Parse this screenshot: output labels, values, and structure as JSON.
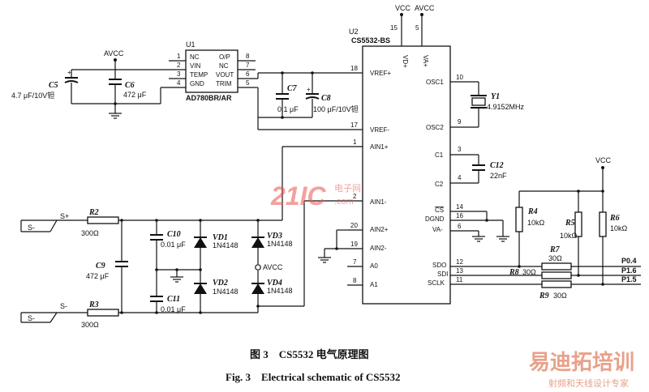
{
  "caption": {
    "cn": "图 3　CS5532 电气原理图",
    "en": "Fig. 3　Electrical schematic of CS5532"
  },
  "watermarks": {
    "center_logo": "21IC",
    "center_logo_sub1": "电子网",
    "center_logo_sub2": ".com",
    "corner_title": "易迪拓培训",
    "corner_sub": "射频和天线设计专家"
  },
  "u1": {
    "ref": "U1",
    "part": "AD780BR/AR",
    "pins_left": [
      {
        "num": "1",
        "name": "NC"
      },
      {
        "num": "2",
        "name": "VIN"
      },
      {
        "num": "3",
        "name": "TEMP"
      },
      {
        "num": "4",
        "name": "GND"
      }
    ],
    "pins_right": [
      {
        "num": "8",
        "name": "O/P"
      },
      {
        "num": "7",
        "name": "NC"
      },
      {
        "num": "6",
        "name": "VOUT"
      },
      {
        "num": "5",
        "name": "TRIM"
      }
    ]
  },
  "u2": {
    "ref": "U2",
    "part": "CS5532-BS",
    "top_pins": [
      {
        "num": "15",
        "name": "VD+"
      },
      {
        "num": "5",
        "name": "VA+"
      }
    ],
    "pins_left": [
      {
        "num": "18",
        "name": "VREF+"
      },
      {
        "num": "17",
        "name": "VREF-"
      },
      {
        "num": "1",
        "name": "AIN1+"
      },
      {
        "num": "2",
        "name": "AIN1-"
      },
      {
        "num": "20",
        "name": "AIN2+"
      },
      {
        "num": "19",
        "name": "AIN2-"
      },
      {
        "num": "7",
        "name": "A0"
      },
      {
        "num": "8",
        "name": "A1"
      }
    ],
    "pins_right": [
      {
        "num": "10",
        "name": "OSC1"
      },
      {
        "num": "9",
        "name": "OSC2"
      },
      {
        "num": "3",
        "name": "C1"
      },
      {
        "num": "4",
        "name": "C2"
      },
      {
        "num": "14",
        "name": "CS"
      },
      {
        "num": "16",
        "name": "DGND"
      },
      {
        "num": "6",
        "name": "VA-"
      },
      {
        "num": "12",
        "name": "SDO"
      },
      {
        "num": "13",
        "name": "SDI"
      },
      {
        "num": "11",
        "name": "SCLK"
      }
    ]
  },
  "supplies": {
    "vcc": "VCC",
    "avcc": "AVCC"
  },
  "components": {
    "c5": {
      "ref": "C5",
      "value": "4.7 μF/10V钽"
    },
    "c6": {
      "ref": "C6",
      "value": "472 μF"
    },
    "c7": {
      "ref": "C7",
      "value": "0.1 μF"
    },
    "c8": {
      "ref": "C8",
      "value": "100 μF/10V钽"
    },
    "c9": {
      "ref": "C9",
      "value": "472 μF"
    },
    "c10": {
      "ref": "C10",
      "value": "0.01 μF"
    },
    "c11": {
      "ref": "C11",
      "value": "0.01 μF"
    },
    "c12": {
      "ref": "C12",
      "value": "22nF"
    },
    "y1": {
      "ref": "Y1",
      "value": "4.9152MHz"
    },
    "r2": {
      "ref": "R2",
      "value": "300Ω"
    },
    "r3": {
      "ref": "R3",
      "value": "300Ω"
    },
    "r4": {
      "ref": "R4",
      "value": "10kΩ"
    },
    "r5": {
      "ref": "R5",
      "value": "10kΩ"
    },
    "r6": {
      "ref": "R6",
      "value": "10kΩ"
    },
    "r7": {
      "ref": "R7",
      "value": "30Ω"
    },
    "r8": {
      "ref": "R8",
      "value": "30Ω"
    },
    "r9": {
      "ref": "R9",
      "value": "30Ω"
    },
    "vd1": {
      "ref": "VD1",
      "value": "1N4148"
    },
    "vd2": {
      "ref": "VD2",
      "value": "1N4148"
    },
    "vd3": {
      "ref": "VD3",
      "value": "1N4148"
    },
    "vd4": {
      "ref": "VD4",
      "value": "1N4148"
    }
  },
  "connectors": {
    "sig_plus_left": "S-",
    "sig_plus_right": "S+",
    "sig_minus_left": "S-",
    "sig_minus_right": "S-",
    "avcc_node": "AVCC"
  },
  "mcu_ports": {
    "p04": "P0.4",
    "p16": "P1.6",
    "p15": "P1.5"
  }
}
